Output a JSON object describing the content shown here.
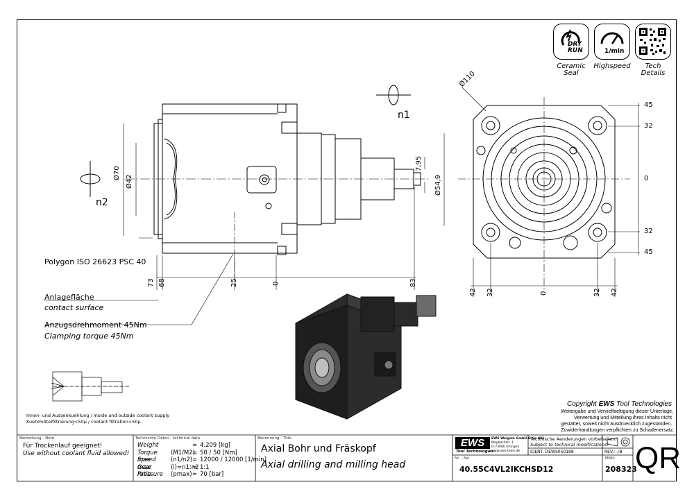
{
  "badges": [
    {
      "icon": "dry-run-icon",
      "icon_text_1": "DRY",
      "icon_text_2": "RUN",
      "caption_1": "Ceramic",
      "caption_2": "Seal"
    },
    {
      "icon": "speedometer-icon",
      "icon_text_1": "1/min",
      "caption_1": "Highspeed"
    },
    {
      "icon": "qr-code-icon",
      "caption_1": "Tech",
      "caption_2": "Details"
    }
  ],
  "drawing": {
    "rotation_n1": "n1",
    "rotation_n2": "n2",
    "dim_d110": "Ø110",
    "dim_d70": "Ø70",
    "dim_d42": "Ø42",
    "dim_d54_9": "Ø54,9",
    "dim_7_95": "7,95",
    "polygon_label": "Polygon ISO 26623 PSC 40",
    "axis_73": "73",
    "axis_68": "68",
    "axis_25": "25",
    "axis_0": "0",
    "axis_83": "83",
    "right_45_top": "45",
    "right_32_top": "32",
    "right_0": "0",
    "right_32_bot": "32",
    "right_45_bot": "45",
    "bottom_42_l": "42",
    "bottom_32_l": "32",
    "bottom_0": "0",
    "bottom_32_r": "32",
    "bottom_42_r": "42",
    "contact_de": "Anlagefläche",
    "contact_en": "contact surface",
    "torque_de": "Anzugsdrehmoment 45Nm",
    "torque_en": "Clamping torque 45Nm",
    "coolant_1": "Innen- und Aussenkuehlung / Inside and outside coolant supply",
    "coolant_2": "Kuehlmittelfiltrierung<50µ / coolant filtration<50µ"
  },
  "copyright": {
    "line_prefix": "Copyright ",
    "brand": "EWS",
    "line_suffix": " Tool Technologies",
    "l1": "Weitergabe und Vervielfaeltigung dieser Unterlage,",
    "l2": "Verwertung und Mitteilung ihres Inhalts nicht",
    "l3": "gestattet, soweit nicht ausdruecklich zugestanden.",
    "l4": "Zuwiderhandlungen verpflichten zu Schadenersatz."
  },
  "title_block": {
    "note_head": "Bemerkung - Note",
    "note_1": "Für Trockenlauf geeignet!",
    "note_2": "Use without coolant fluid allowed!",
    "tech_head": "Technische Daten - technical data",
    "tech_rows": [
      {
        "label": "Weight",
        "param": "",
        "value": "4.209 [kg]"
      },
      {
        "label": "Torque max.",
        "param": "(M1/M2)",
        "value": "50 / 50 [Nm]"
      },
      {
        "label": "Speed max.",
        "param": "(n1/n2)",
        "value": "12000 / 12000 [1/min]"
      },
      {
        "label": "Gear ratio",
        "param": "(i)=n1:n2",
        "value": "1:1"
      },
      {
        "label": "Pressure",
        "param": "(pmax)",
        "value": "70 [bar]"
      }
    ],
    "title_head": "Benennung - Title",
    "title_de": "Axial Bohr und Fräskopf",
    "title_en": "Axial drilling and milling head",
    "logo": "EWS",
    "logo_sub": "Tool Technologies",
    "company_1": "EWS Weigele GmbH & Co. KG",
    "company_2": "Maybachstr. 1",
    "company_3": "D-73066 Uhingen",
    "company_4": "www.ews-tools.de",
    "change_de": "Technische Aenderungen vorbehalten!",
    "change_en": "Subject to technical modifications!",
    "ident": "IDENT: DEWS050188",
    "rev": "REV.: -/B",
    "nr_head": "Nr. - No.",
    "part_no": "40.55C4VL2IKCHSD12",
    "mnr_head": "MNR:",
    "mnr": "208323",
    "qr_mark": "QR"
  }
}
